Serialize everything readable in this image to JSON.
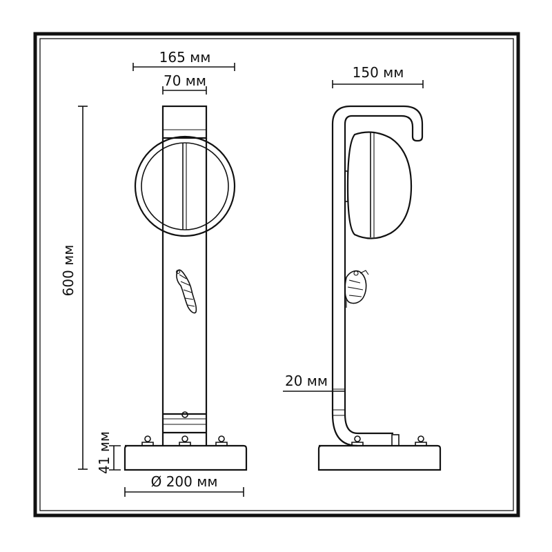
{
  "colors": {
    "line": "#111111",
    "frame": "#111111",
    "background": "#ffffff"
  },
  "front_view": {
    "width_top": "165 мм",
    "width_tube": "70 мм",
    "height_total": "600 мм",
    "base_height": "41 мм",
    "base_diameter": "Ø 200 мм"
  },
  "side_view": {
    "depth": "150 мм",
    "tube_diameter": "20 мм"
  }
}
